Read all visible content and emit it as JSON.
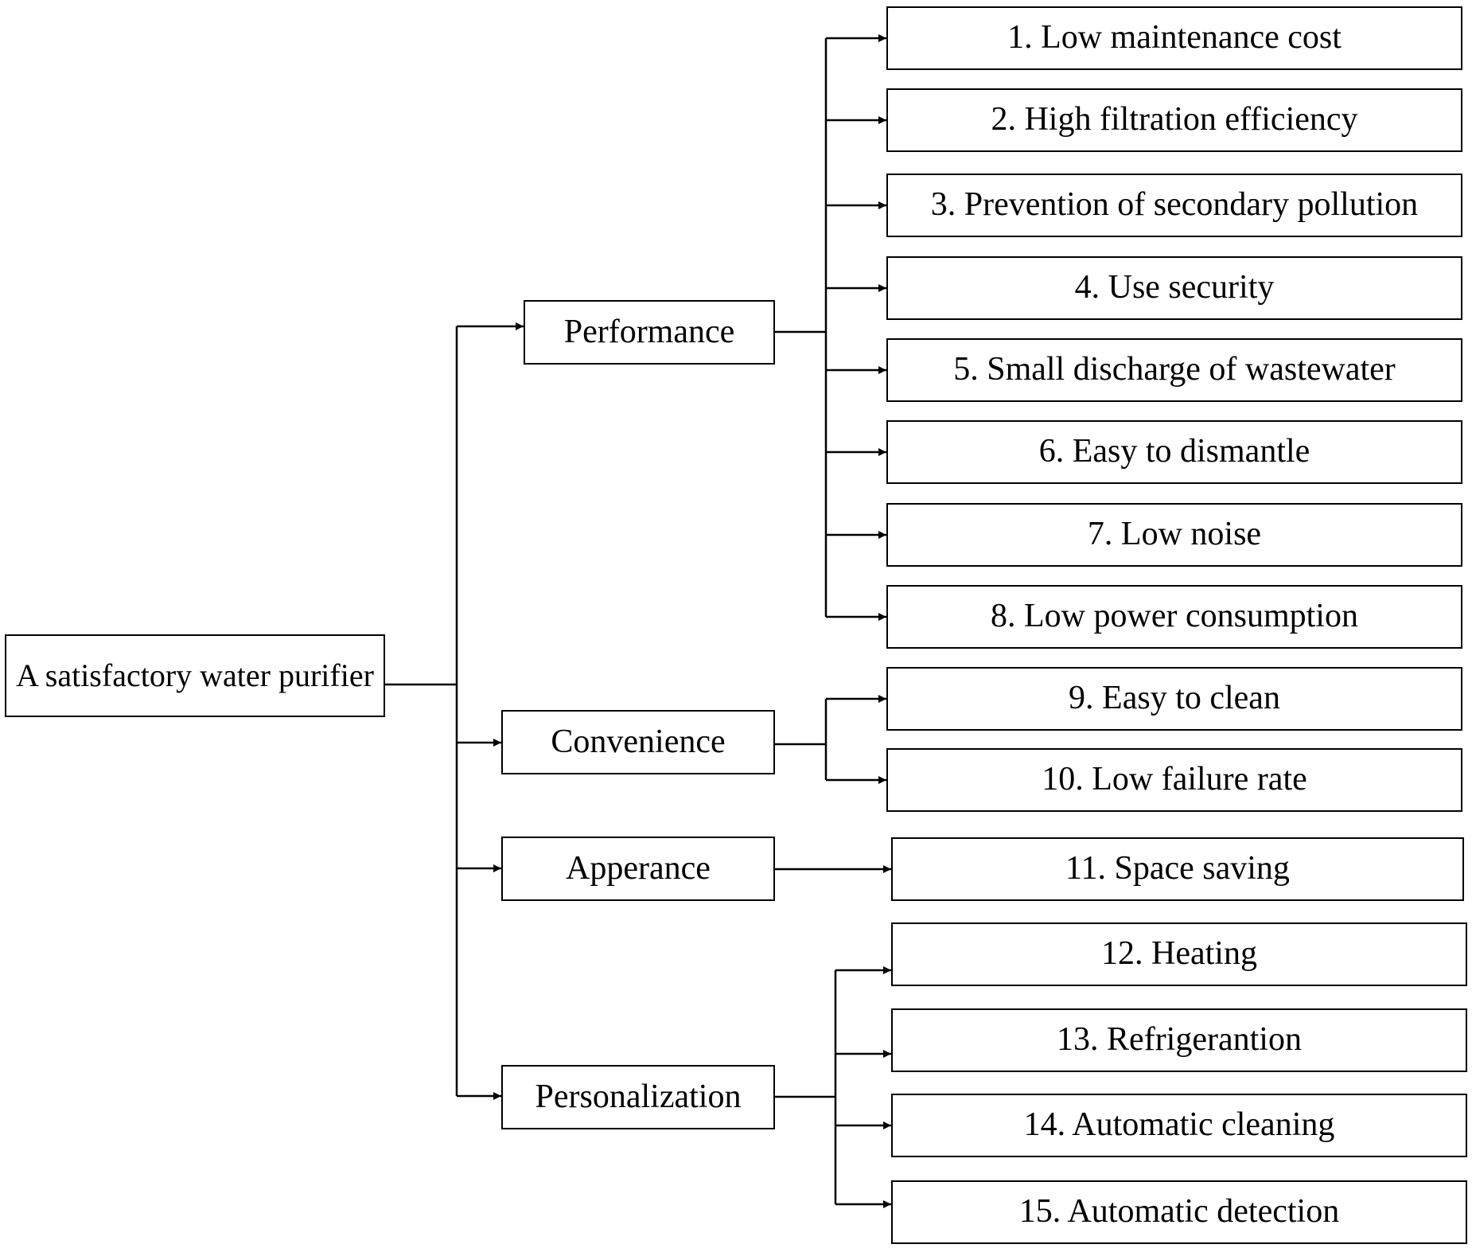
{
  "root": {
    "label": "A satisfactory water purifier"
  },
  "categories": [
    {
      "label": "Performance"
    },
    {
      "label": "Convenience"
    },
    {
      "label": "Apperance"
    },
    {
      "label": "Personalization"
    }
  ],
  "items": [
    "1. Low maintenance cost",
    "2. High filtration efficiency",
    "3. Prevention of secondary pollution",
    "4. Use security",
    "5. Small discharge of wastewater",
    "6. Easy to dismantle",
    "7. Low noise",
    "8. Low power consumption",
    "9. Easy to clean",
    "10. Low failure rate",
    "11. Space saving",
    "12. Heating",
    "13. Refrigerantion",
    "14. Automatic cleaning",
    "15. Automatic detection"
  ]
}
